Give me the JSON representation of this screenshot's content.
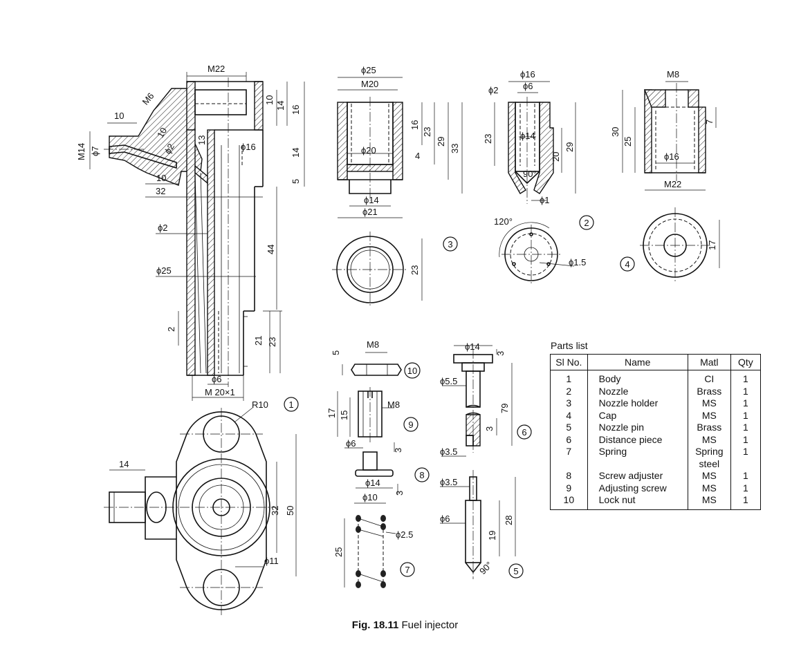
{
  "labels": {
    "body": {
      "m22": "M22",
      "m6": "M6",
      "d10": "10",
      "m14": "M14",
      "phi7": "ϕ7",
      "d10b": "10",
      "d32": "32",
      "d10v": "10",
      "d14v": "14",
      "d16v": "16",
      "d13": "13",
      "phi16": "ϕ16",
      "d14b": "14",
      "d5": "5",
      "d10c": "10",
      "phi2": "ϕ2",
      "d44": "44",
      "phi2b": "ϕ2",
      "phi25": "ϕ25",
      "d2": "2",
      "d21": "21",
      "d23": "23",
      "phi6": "ϕ6",
      "m20x1": "M 20×1"
    },
    "base": {
      "r10": "R10",
      "d14": "14",
      "d32": "32",
      "d50": "50",
      "phi11": "ϕ11"
    },
    "holder": {
      "phi25": "ϕ25",
      "m20": "M20",
      "d16": "16",
      "d23": "23",
      "d29": "29",
      "d33": "33",
      "phi20": "ϕ20",
      "d4": "4",
      "phi14": "ϕ14",
      "phi21": "ϕ21",
      "d23b": "23"
    },
    "nozzle": {
      "phi16": "ϕ16",
      "phi6": "ϕ6",
      "phi2": "ϕ2",
      "d23": "23",
      "phi14": "ϕ14",
      "d20": "20",
      "d29": "29",
      "a90": "90°",
      "phi1": "ϕ1",
      "a120": "120°",
      "phi15": "ϕ1.5"
    },
    "cap": {
      "m8": "M8",
      "d30": "30",
      "d25": "25",
      "d7": "7",
      "phi16": "ϕ16",
      "m22": "M22",
      "d17": "17"
    },
    "nut": {
      "d5": "5",
      "m8": "M8"
    },
    "screw": {
      "d17": "17",
      "d15": "15",
      "m8": "M8"
    },
    "adjuster": {
      "phi6": "ϕ6",
      "d3": "3",
      "phi14": "ϕ14",
      "d3b": "3"
    },
    "spring": {
      "phi10": "ϕ10",
      "phi25": "ϕ2.5",
      "d25": "25"
    },
    "distance": {
      "phi14": "ϕ14",
      "d3": "3",
      "phi55": "ϕ5.5",
      "d79": "79",
      "d3b": "3",
      "phi35": "ϕ3.5"
    },
    "pin": {
      "phi35": "ϕ3.5",
      "phi6": "ϕ6",
      "d28": "28",
      "d19": "19",
      "a90": "90°"
    }
  },
  "balloons": [
    "1",
    "2",
    "3",
    "4",
    "5",
    "6",
    "7",
    "8",
    "9",
    "10"
  ],
  "parts_list": {
    "title": "Parts list",
    "headers": {
      "no": "Sl No.",
      "name": "Name",
      "matl": "Matl",
      "qty": "Qty"
    },
    "rows": [
      {
        "no": "1",
        "name": "Body",
        "matl": "CI",
        "qty": "1"
      },
      {
        "no": "2",
        "name": "Nozzle",
        "matl": "Brass",
        "qty": "1"
      },
      {
        "no": "3",
        "name": "Nozzle holder",
        "matl": "MS",
        "qty": "1"
      },
      {
        "no": "4",
        "name": "Cap",
        "matl": "MS",
        "qty": "1"
      },
      {
        "no": "5",
        "name": "Nozzle pin",
        "matl": "Brass",
        "qty": "1"
      },
      {
        "no": "6",
        "name": "Distance piece",
        "matl": "MS",
        "qty": "1"
      },
      {
        "no": "7",
        "name": "Spring",
        "matl": "Spring\nsteel",
        "qty": "1"
      },
      {
        "no": "8",
        "name": "Screw adjuster",
        "matl": "MS",
        "qty": "1"
      },
      {
        "no": "9",
        "name": "Adjusting screw",
        "matl": "MS",
        "qty": "1"
      },
      {
        "no": "10",
        "name": "Lock nut",
        "matl": "MS",
        "qty": "1"
      }
    ]
  },
  "caption": {
    "fig": "Fig. 18.11",
    "title": "Fuel injector"
  }
}
